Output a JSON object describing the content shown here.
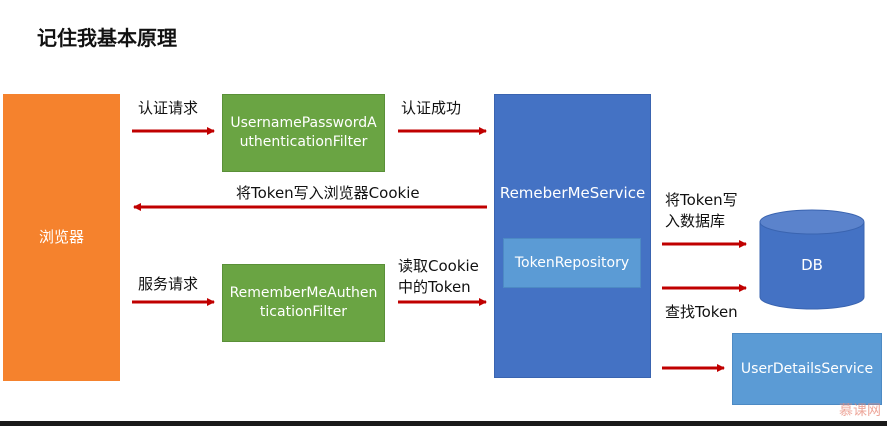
{
  "title": "记住我基本原理",
  "nodes": {
    "browser": "浏览器",
    "upaf": "UsernamePasswordAuthenticationFilter",
    "rmaf": "RememberMeAuthenticationFilter",
    "service": "RemeberMeService",
    "repo": "TokenRepository",
    "db": "DB",
    "uds": "UserDetailsService"
  },
  "edges": {
    "auth_request": "认证请求",
    "auth_success": "认证成功",
    "write_cookie": "将Token写入浏览器Cookie",
    "write_db_line1": "将Token写",
    "write_db_line2": "入数据库",
    "service_request": "服务请求",
    "read_cookie_line1": "读取Cookie",
    "read_cookie_line2": "中的Token",
    "query_token": "查找Token"
  },
  "colors": {
    "browser": "#f5822d",
    "filter": "#6aa443",
    "service": "#4472c4",
    "inner": "#5b9bd5",
    "arrow": "#c00000"
  },
  "watermark": "慕课网"
}
